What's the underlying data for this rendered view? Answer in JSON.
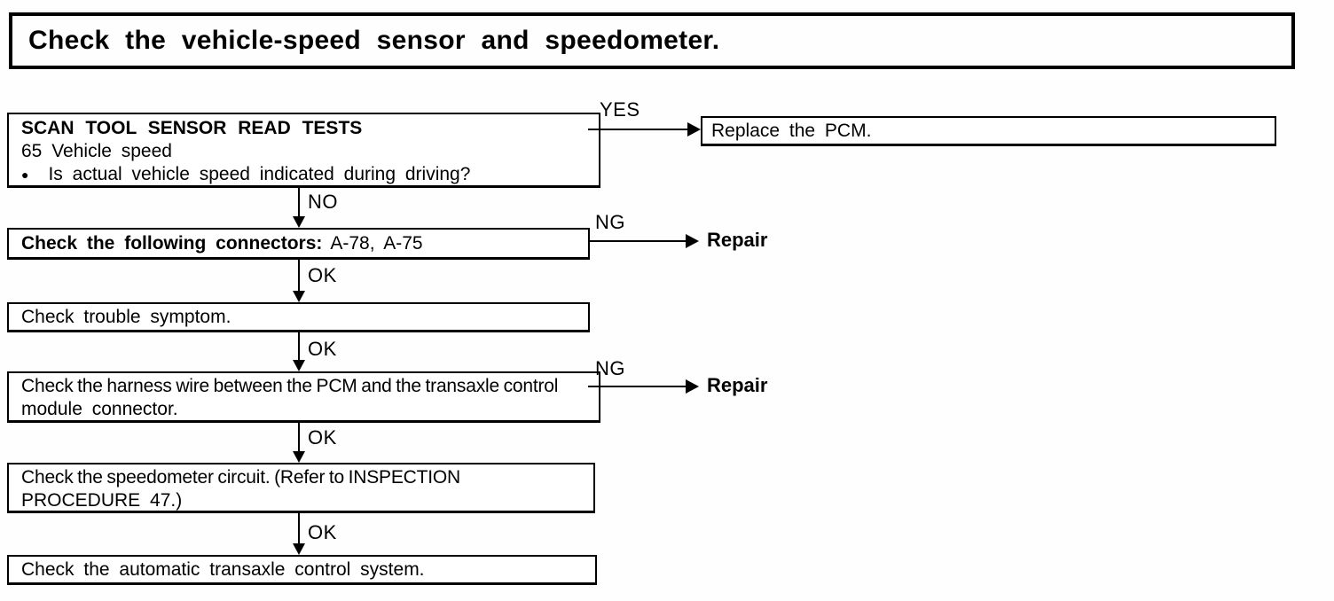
{
  "title": "Check the vehicle-speed sensor and speedometer.",
  "labels": {
    "yes": "YES",
    "no": "NO",
    "ok": "OK",
    "ng": "NG"
  },
  "boxes": {
    "scan_tool": {
      "heading": "SCAN TOOL SENSOR READ TESTS",
      "subline": "65 Vehicle speed",
      "bullet_glyph": "●",
      "question": "Is actual vehicle speed indicated during driving?"
    },
    "replace_pcm": "Replace the PCM.",
    "connectors": {
      "bold": "Check the following connectors:",
      "rest": "A-78, A-75"
    },
    "trouble_symptom": "Check trouble symptom.",
    "harness": {
      "line1": "Check the harness wire between the PCM and the transaxle control",
      "line2": "module connector."
    },
    "speedometer": {
      "line1": "Check the speedometer circuit. (Refer to INSPECTION",
      "line2": "PROCEDURE 47.)"
    },
    "transaxle": "Check the automatic transaxle control system.",
    "repair": "Repair"
  }
}
